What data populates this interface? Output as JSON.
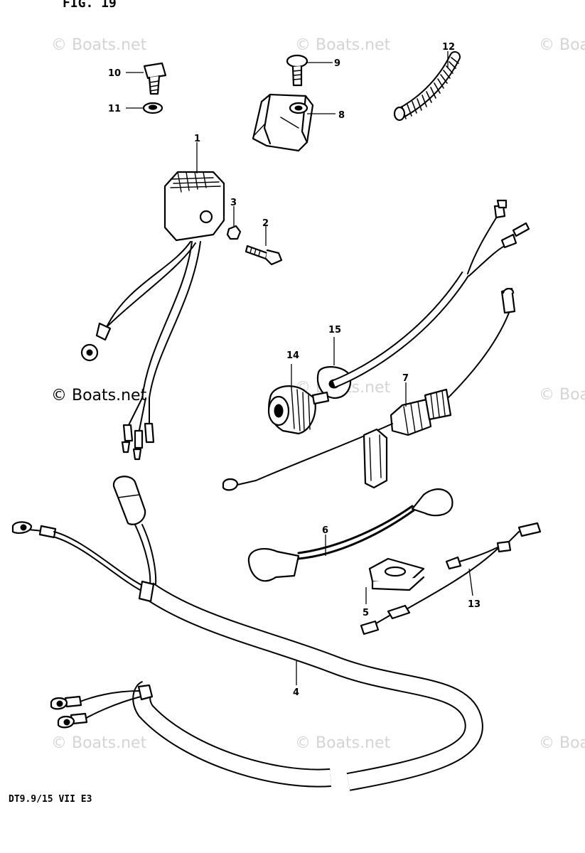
{
  "header": {
    "fig_label": "FIG. 19"
  },
  "watermark": {
    "text": "© Boats.net"
  },
  "footer": {
    "model_code": "DT9.9/15 VII E3"
  },
  "callouts": [
    {
      "num": "1"
    },
    {
      "num": "2"
    },
    {
      "num": "3"
    },
    {
      "num": "4"
    },
    {
      "num": "5"
    },
    {
      "num": "6"
    },
    {
      "num": "7"
    },
    {
      "num": "8"
    },
    {
      "num": "9"
    },
    {
      "num": "10"
    },
    {
      "num": "11"
    },
    {
      "num": "12"
    },
    {
      "num": "13"
    },
    {
      "num": "14"
    },
    {
      "num": "15"
    }
  ]
}
